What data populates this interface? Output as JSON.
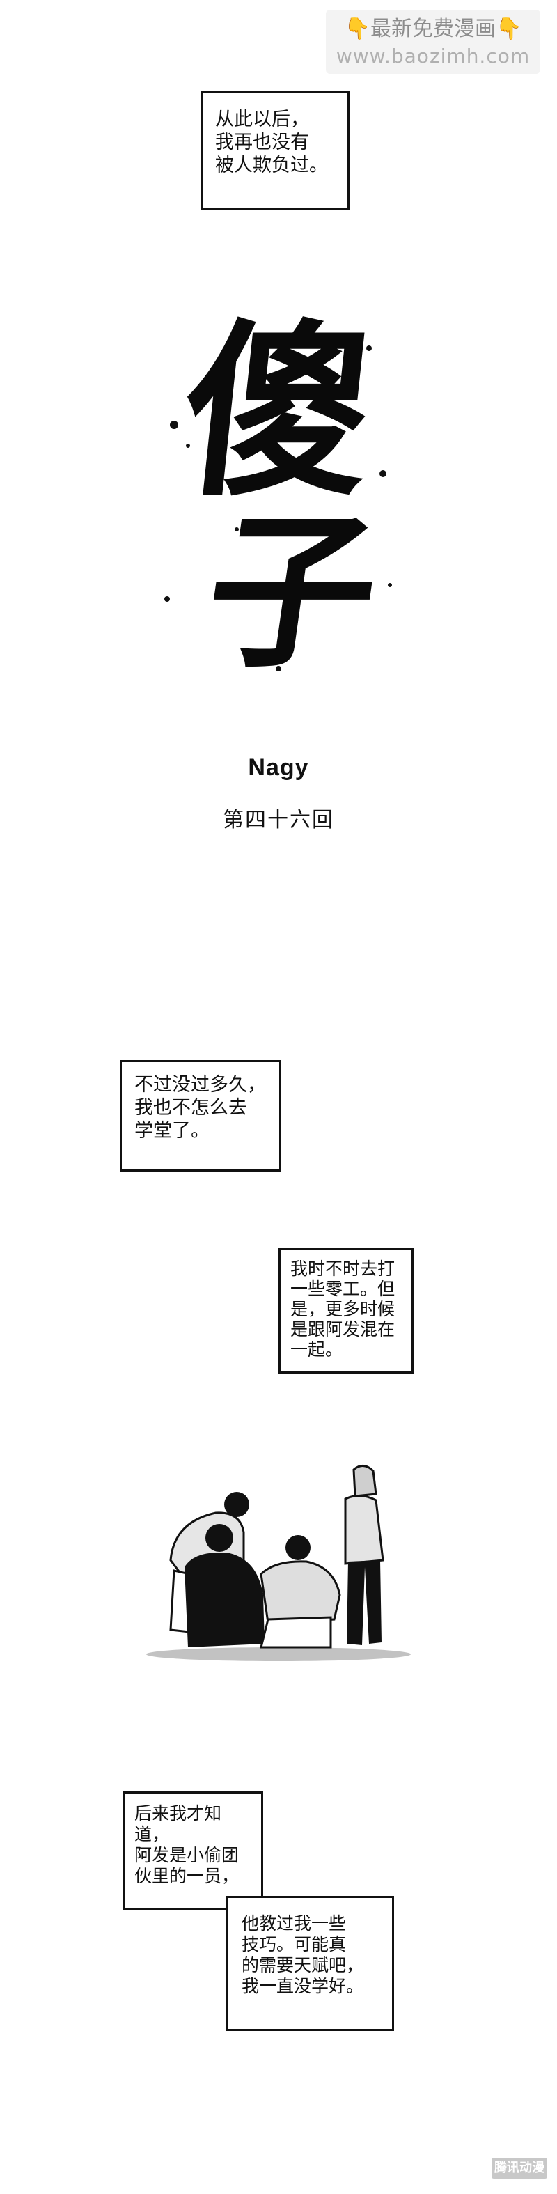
{
  "watermark": {
    "emoji_left": "👇",
    "emoji_right": "👇",
    "line1": "最新免费漫画",
    "line2": "www.baozimh.com"
  },
  "narration": {
    "box1": "从此以后，\n我再也没有\n被人欺负过。",
    "box2": "不过没过多久，\n我也不怎么去\n学堂了。",
    "box3": "我时不时去打\n一些零工。但\n是，更多时候\n是跟阿发混在\n一起。",
    "box4": "后来我才知道，\n阿发是小偷团\n伙里的一员，",
    "box5": "他教过我一些\n技巧。可能真\n的需要天赋吧，\n我一直没学好。"
  },
  "title": {
    "char1": "傻",
    "char2": "子",
    "author": "Nagy",
    "chapter": "第四十六回"
  },
  "corner_logo": "腾讯动漫"
}
